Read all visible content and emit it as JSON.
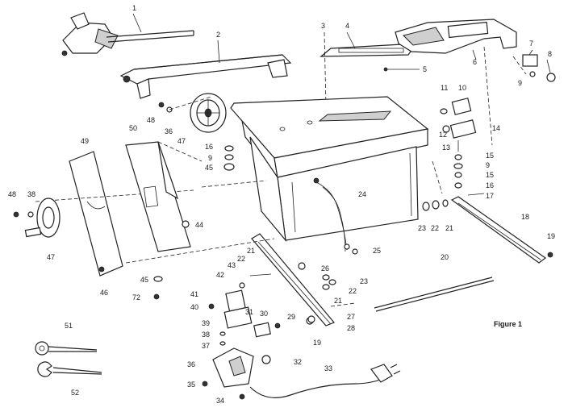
{
  "figure_caption": "Figure 1",
  "part_labels": {
    "p1": "1",
    "p2": "2",
    "p3": "3",
    "p4": "4",
    "p5": "5",
    "p6": "6",
    "p7": "7",
    "p8": "8",
    "p9a": "9",
    "p9b": "9",
    "p9c": "9",
    "p10": "10",
    "p11": "11",
    "p12": "12",
    "p13": "13",
    "p14": "14",
    "p15a": "15",
    "p15b": "15",
    "p16a": "16",
    "p16b": "16",
    "p17": "17",
    "p18": "18",
    "p19a": "19",
    "p19b": "19",
    "p20": "20",
    "p21a": "21",
    "p21b": "21",
    "p21c": "21",
    "p22a": "22",
    "p22b": "22",
    "p22c": "22",
    "p23a": "23",
    "p23b": "23",
    "p24": "24",
    "p25": "25",
    "p26": "26",
    "p27": "27",
    "p28": "28",
    "p29": "29",
    "p30": "30",
    "p31": "31",
    "p32": "32",
    "p33": "33",
    "p34": "34",
    "p35": "35",
    "p36": "36",
    "p37": "37",
    "p38a": "38",
    "p38b": "38",
    "p39": "39",
    "p40": "40",
    "p41": "41",
    "p42": "42",
    "p43": "43",
    "p44": "44",
    "p45a": "45",
    "p45b": "45",
    "p46": "46",
    "p47a": "47",
    "p47b": "47",
    "p48a": "48",
    "p48b": "48",
    "p49": "49",
    "p50": "50",
    "p51": "51",
    "p52": "52",
    "p36b": "36"
  }
}
